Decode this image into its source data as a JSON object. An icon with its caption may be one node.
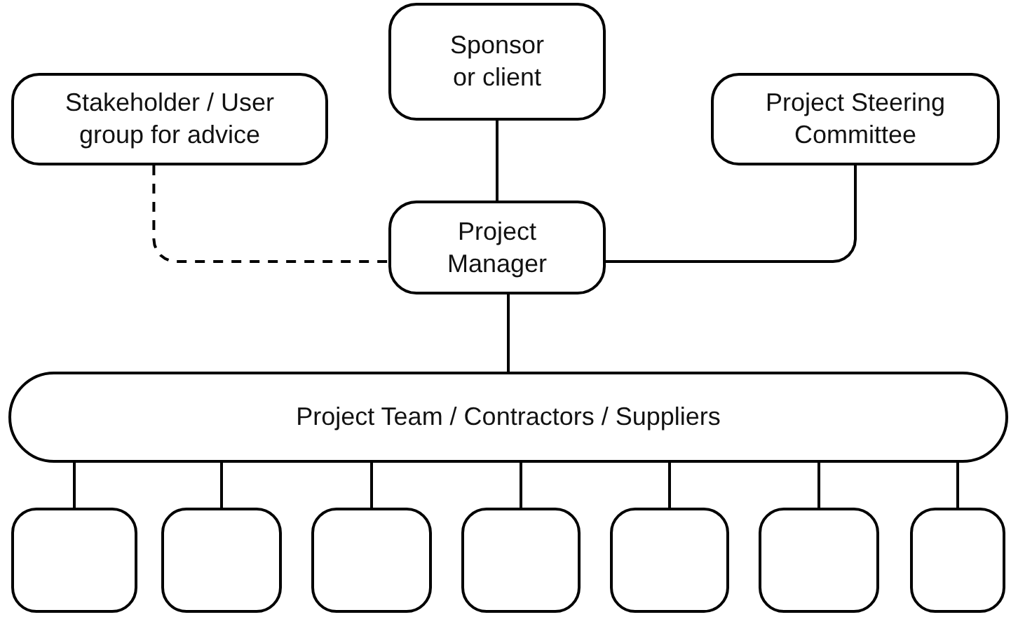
{
  "diagram": {
    "nodes": [
      {
        "text": [
          "Sponsor or client"
        ]
      },
      {
        "text": [
          "Stakeholder / User group for advice"
        ]
      },
      {
        "text": [
          "Project Steering Committee"
        ]
      },
      {
        "text": [
          "Project Manager"
        ]
      },
      {
        "text": [
          "Project Team / Contractors / Suppliers"
        ]
      },
      {
        "text": [],
        "shape": "box"
      },
      {
        "text": [],
        "shape": "box"
      },
      {
        "text": [],
        "shape": "box"
      },
      {
        "text": [],
        "shape": "box"
      },
      {
        "text": [],
        "shape": "box"
      },
      {
        "text": [],
        "shape": "box"
      },
      {
        "text": [],
        "shape": "box"
      }
    ],
    "edges": [
      {
        "from": 0,
        "to": 3,
        "arrow": "none"
      },
      {
        "from": 1,
        "to": 3,
        "arrow": "none",
        "style": "dashed"
      },
      {
        "from": 2,
        "to": 3,
        "arrow": "none"
      },
      {
        "from": 3,
        "to": 4,
        "arrow": "none"
      },
      {
        "from": 4,
        "to": 5,
        "arrow": "none"
      },
      {
        "from": 4,
        "to": 6,
        "arrow": "none"
      },
      {
        "from": 4,
        "to": 7,
        "arrow": "none"
      },
      {
        "from": 4,
        "to": 8,
        "arrow": "none"
      },
      {
        "from": 4,
        "to": 9,
        "arrow": "none"
      },
      {
        "from": 4,
        "to": 10,
        "arrow": "none"
      },
      {
        "from": 4,
        "to": 11,
        "arrow": "none"
      }
    ]
  }
}
